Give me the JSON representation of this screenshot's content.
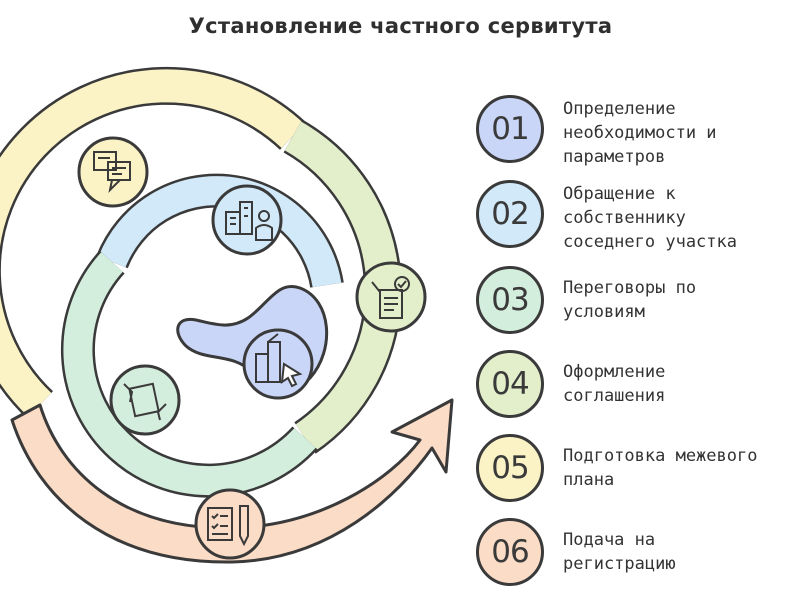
{
  "title": "Установление частного сервитута",
  "colors": {
    "outline": "#3a3a3a",
    "step_01": "#c9d6f7",
    "step_02": "#d2e9f9",
    "step_03": "#d4eedd",
    "step_04": "#e3efcb",
    "step_05": "#fbf3c6",
    "step_06": "#fbdcc6"
  },
  "steps": [
    {
      "number": "01",
      "label": "Определение необходимости и параметров",
      "lines": [
        "Определение",
        "необходимости и",
        "параметров"
      ],
      "icon": "document-cursor-icon"
    },
    {
      "number": "02",
      "label": "Обращение к собственнику соседнего участка",
      "lines": [
        "Обращение к",
        "собственнику",
        "соседнего участка"
      ],
      "icon": "building-person-icon"
    },
    {
      "number": "03",
      "label": "Переговоры по условиям",
      "lines": [
        "Переговоры по",
        "условиям"
      ],
      "icon": "handshake-document-icon"
    },
    {
      "number": "04",
      "label": "Оформление соглашения",
      "lines": [
        "Оформление",
        "соглашения"
      ],
      "icon": "signed-agreement-icon"
    },
    {
      "number": "05",
      "label": "Подготовка межевого плана",
      "lines": [
        "Подготовка межевого",
        "плана"
      ],
      "icon": "documents-chat-icon"
    },
    {
      "number": "06",
      "label": "Подача на регистрацию",
      "lines": [
        "Подача на",
        "регистрацию"
      ],
      "icon": "checklist-pen-icon"
    }
  ]
}
